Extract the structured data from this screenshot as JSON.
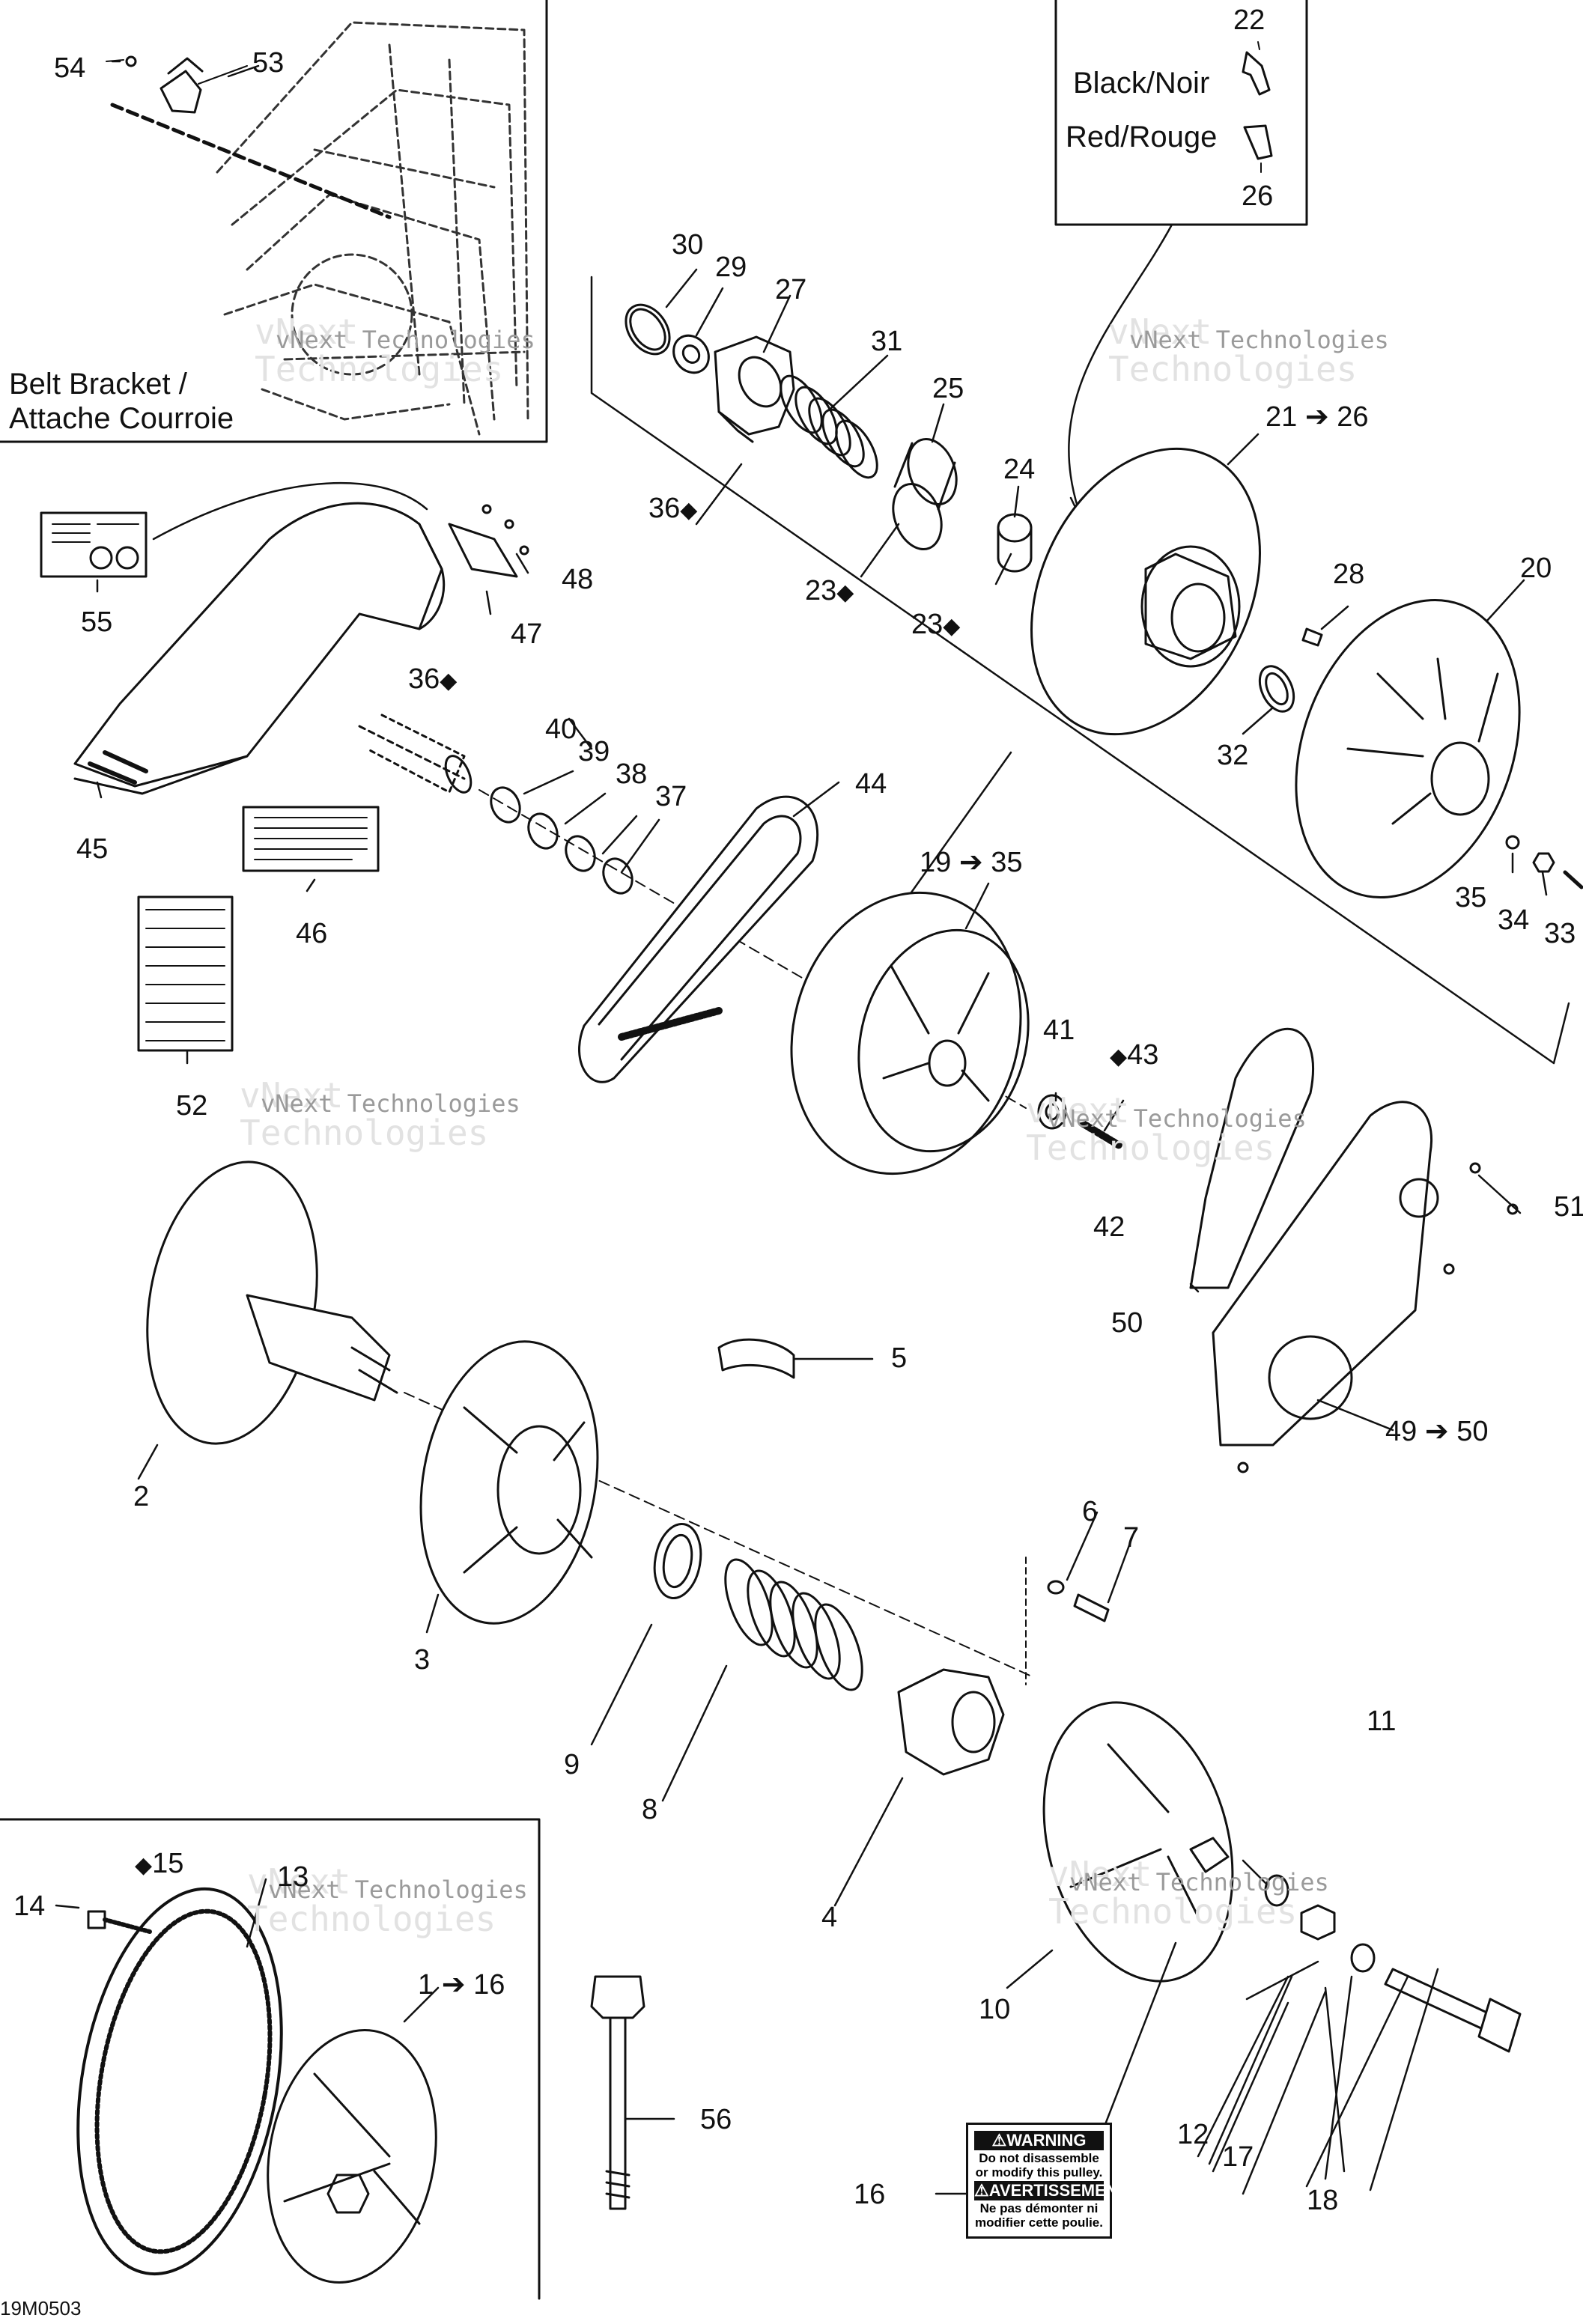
{
  "callouts": [
    "1 ➔ 16",
    "2",
    "3",
    "4",
    "5",
    "6",
    "7",
    "8",
    "9",
    "10",
    "11",
    "12",
    "13",
    "14",
    "15",
    "16",
    "17",
    "18",
    "19 ➔ 35",
    "20",
    "21 ➔ 26",
    "22",
    "23",
    "23",
    "24",
    "25",
    "26",
    "27",
    "28",
    "29",
    "30",
    "31",
    "32",
    "33",
    "34",
    "35",
    "36",
    "36",
    "37",
    "38",
    "39",
    "40",
    "41",
    "42",
    "43",
    "44",
    "45",
    "46",
    "47",
    "48",
    "49 ➔ 50",
    "50",
    "51",
    "52",
    "53",
    "54",
    "55",
    "56"
  ],
  "legend": {
    "black": "Black/Noir",
    "red": "Red/Rouge"
  },
  "belt_bracket": {
    "line1": "Belt Bracket /",
    "line2": "Attache Courroie"
  },
  "watermark": {
    "line1": "vNext",
    "line2": "Technologies",
    "line3": "vNext Technologies"
  },
  "warning_label": {
    "heading1": "⚠WARNING",
    "text1": "Do not disassemble or modify this pulley.",
    "heading2": "⚠AVERTISSEMENT",
    "text2": "Ne pas démonter ni modifier cette poulie."
  },
  "drawing_code": "19M0503",
  "icons": [
    "oil-drop-icon",
    "arrow-right-icon",
    "hex-cap-icon"
  ]
}
